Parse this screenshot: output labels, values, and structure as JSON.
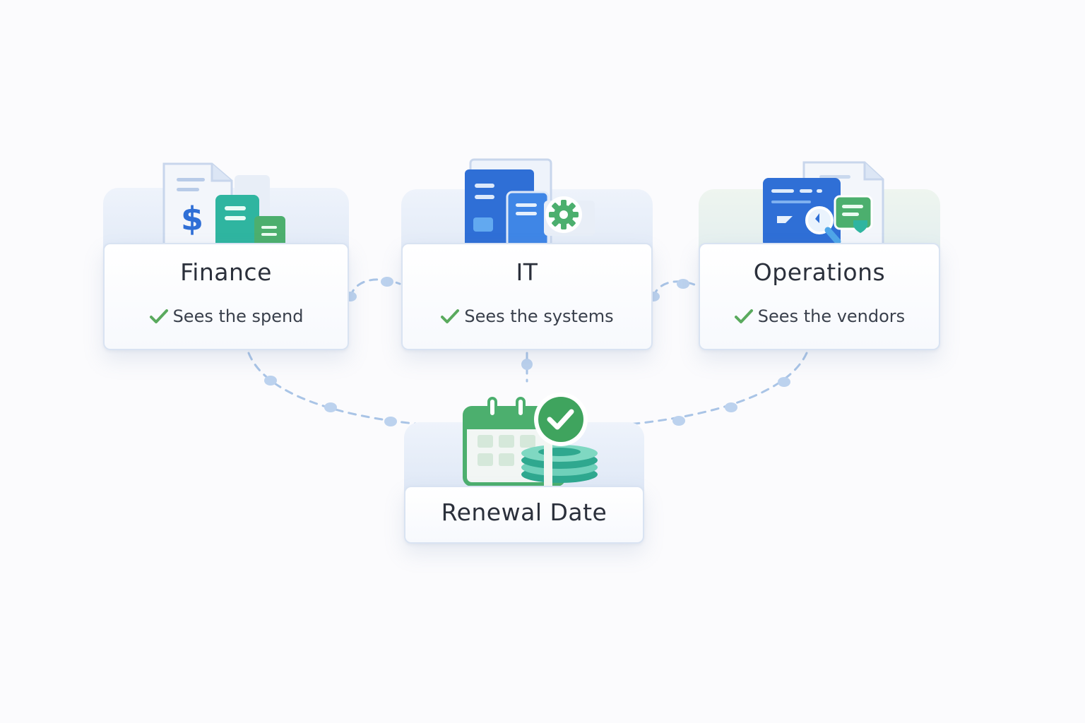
{
  "nodes": {
    "finance": {
      "title": "Finance",
      "subtitle": "Sees the spend"
    },
    "it": {
      "title": "IT",
      "subtitle": "Sees the systems"
    },
    "operations": {
      "title": "Operations",
      "subtitle": "Sees the vendors"
    },
    "renewal": {
      "title": "Renewal Date"
    }
  },
  "icons": {
    "finance": "finance-documents-dollar-icon",
    "it": "it-devices-gear-icon",
    "operations": "operations-vendor-search-icon",
    "renewal": "calendar-check-money-icon",
    "check": "checkmark-icon"
  },
  "colors": {
    "check_green": "#5aaa5e",
    "connector": "#a9c4e6",
    "blue_primary": "#2f6fd6",
    "teal": "#2fb5a0",
    "green": "#4caf6e"
  }
}
